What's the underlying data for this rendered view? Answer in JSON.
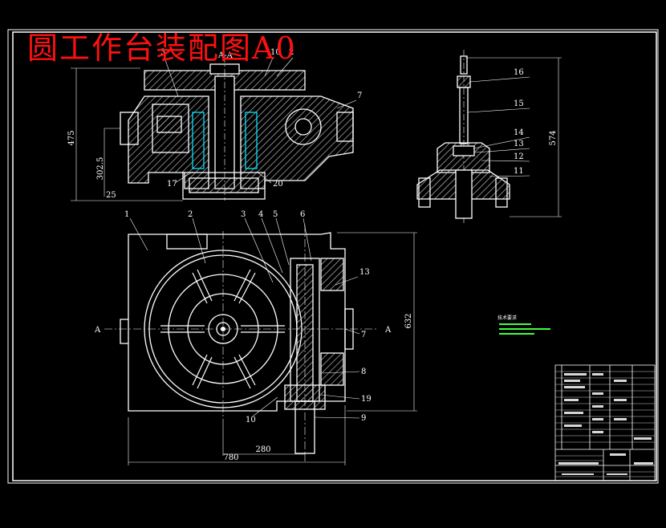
{
  "title": "圆工作台装配图A0",
  "colors": {
    "background": "#000000",
    "lines": "#ffffff",
    "title": "#ff1010",
    "cyan": "#00e5ff",
    "green": "#40ff40",
    "yellow": "#ffff40",
    "hatch": "#d0d0d0"
  },
  "section_marks": {
    "top": "A-A",
    "left": "A",
    "right": "A"
  },
  "dimensions": {
    "top_height": "475",
    "top_inner": "302.5",
    "top_base": "25",
    "side_height": "574",
    "plan_height": "632",
    "plan_width": "780",
    "plan_inner": "280"
  },
  "part_numbers": {
    "p1": "1",
    "p2": "2",
    "p3": "3",
    "p4": "4",
    "p5": "5",
    "p6": "6",
    "p7": "7",
    "p8": "8",
    "p9": "9",
    "p10": "10",
    "p11": "11",
    "p12": "12",
    "p13": "13",
    "p14": "14",
    "p15": "15",
    "p16": "16",
    "p17": "17",
    "p19": "19",
    "p20": "20"
  },
  "top_view_labels": {
    "l3": "3",
    "l10": "10",
    "l2": "2",
    "l7": "7",
    "l17": "17",
    "l20": "20"
  },
  "plan_view_labels": {
    "l7": "7",
    "l10": "10"
  },
  "notes": {
    "heading": "技术要求"
  }
}
